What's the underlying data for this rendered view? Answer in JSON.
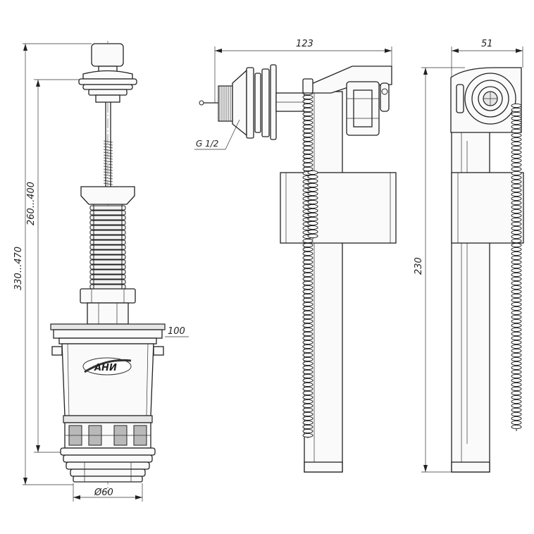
{
  "dimensions": {
    "overall_height": "330...470",
    "stem_height": "260...400",
    "tank_diameter_ref": "100",
    "base_diameter": "Ø60",
    "inlet_width": "123",
    "thread": "G 1/2",
    "valve_height": "230",
    "valve_depth": "51"
  },
  "logo_text": "АНИ"
}
